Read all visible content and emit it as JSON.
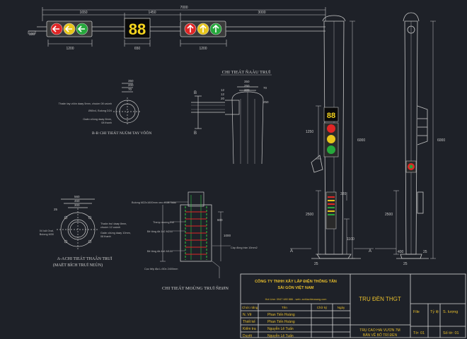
{
  "dims": {
    "total": "7000",
    "d1": "1650",
    "d2": "1450",
    "d3": "3000",
    "d1200a": "1200",
    "d650": "650",
    "d1200b": "1200",
    "left100": "100",
    "h6000a": "6000",
    "h6000b": "6000",
    "h1250": "1250",
    "h2500a": "2500",
    "h2500b": "2500",
    "h320": "320",
    "h1100": "1100",
    "h25a": "25",
    "h25b": "25",
    "h1000": "1000",
    "h600": "600",
    "h20": "20",
    "w350": "350",
    "w250": "250",
    "w200": "200",
    "w350b": "350",
    "w200b": "200",
    "w70": "70",
    "w250b": "250",
    "w12": "12",
    "w12b": "12",
    "w560": "560",
    "w460": "460",
    "w300": "300",
    "w25c": "25",
    "w400": "400",
    "w25d": "25",
    "w70b": "70"
  },
  "countdown": "88",
  "section_b_mark": "B",
  "section_a_mark": "A",
  "titles": {
    "detail_cap": "CHI TIEÁT ÑAÀU TRUÏ",
    "detail_arm": "CHI TIEÁT NUÙM TAY VÔÔN",
    "detail_arm_prefix": "B-B",
    "detail_body": "CHI TIEÁT THAÂN TRUÏ",
    "detail_body_prefix": "A-A",
    "detail_body_sub": "(MAËT BÍCH TRUÏ NEÙN)",
    "detail_found": "CHI TIEÁT MOÙNG TRUÏ ÑEØN"
  },
  "notes": {
    "arm1": "Thaân tay vôôn daøy 5mm, chuùm 08 caùnh",
    "arm2": "Ø60x4, Bulong D24",
    "arm3": "Gaân cöùng daøy 8mm,",
    "arm4": "08 thanh",
    "body1": "Thaân truï daøy 8mm,",
    "body2": "chuùm 12 caùnh",
    "body3": "Gaân cöùng daøy 10mm,",
    "body4": "08 thanh",
    "body5": "04 loã Oval,",
    "body6": "Bulong M30",
    "f1": "Bulong M22x1600mm xeo moät ñaàu",
    "f2": "Theùp moùng truï",
    "f3": "Bê tông đá 1x2 M200",
    "f4": "Bê tông đá 4x6 M100",
    "f5": "Cọc tiếp địa L=50x 2400mm",
    "f6": "Cáp đồng trần 10mm2"
  },
  "title_block": {
    "company1": "CÔNG TY TNHH XÂY LẮP ĐIỆN THÔNG TẤN",
    "company2": "SÀI GÒN VIỆT NAM",
    "hotline": "Hot Line: 0947 480 886 - web: anhlachieusang.com",
    "project": "TRỤ ĐÈN THGT",
    "drawing1": "TRỤ CAO HAI VƯƠN 7M",
    "drawing2": "BẢN VẼ BỐ TRÍ ĐÈN",
    "col_role": "Chức năng",
    "col_name": "Tên",
    "col_sign": "Chữ ký",
    "col_date": "Ngày",
    "rows": [
      {
        "role": "N. Vẽ",
        "name": "Phan Tiến Hoàng"
      },
      {
        "role": "Thiết kế",
        "name": "Phan Tiến Hoàng"
      },
      {
        "role": "Kiểm tra",
        "name": "Nguyễn Lê Tuấn"
      },
      {
        "role": "Duyệt",
        "name": "Nguyễn Lê Tuấn"
      }
    ],
    "file": "File",
    "scale": "Tỷ lệ",
    "qty": "S. lượng",
    "sheet": "Tờ: 01",
    "sheets": "Số tờ: 01"
  }
}
